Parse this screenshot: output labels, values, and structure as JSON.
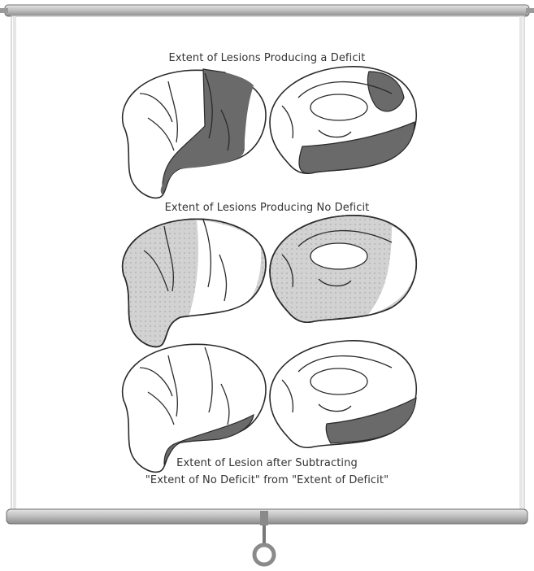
{
  "panels": [
    {
      "caption": "Extent of Lesions Producing a Deficit"
    },
    {
      "caption": "Extent of Lesions Producing No Deficit"
    },
    {
      "caption_line1": "Extent of Lesion after Subtracting",
      "caption_line2": "\"Extent of No Deficit\" from \"Extent of Deficit\""
    }
  ],
  "colors": {
    "lesion_fill": "#6a6a6a",
    "no_deficit_fill": "#d2d2d2",
    "outline": "#2a2a2a",
    "screen_bar": "#b9b9b9"
  }
}
